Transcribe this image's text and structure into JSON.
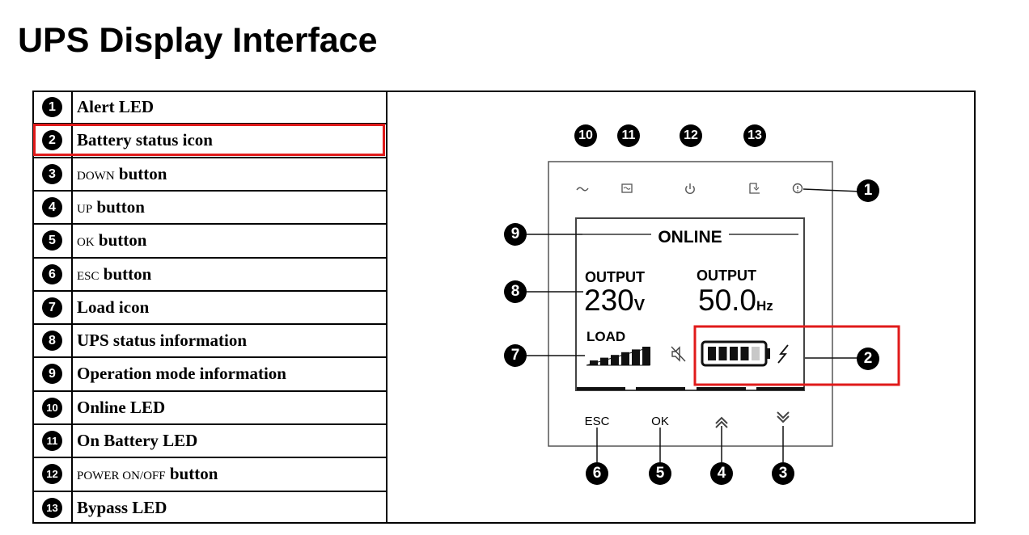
{
  "page": {
    "title": "UPS Display Interface"
  },
  "legend": [
    {
      "num": "1",
      "prefix": "",
      "text": "Alert LED"
    },
    {
      "num": "2",
      "prefix": "",
      "text": "Battery status icon"
    },
    {
      "num": "3",
      "prefix": "DOWN",
      "text": "button"
    },
    {
      "num": "4",
      "prefix": "UP",
      "text": "button"
    },
    {
      "num": "5",
      "prefix": "OK",
      "text": "button"
    },
    {
      "num": "6",
      "prefix": "ESC",
      "text": "button"
    },
    {
      "num": "7",
      "prefix": "",
      "text": "Load icon"
    },
    {
      "num": "8",
      "prefix": "",
      "text": "UPS status information"
    },
    {
      "num": "9",
      "prefix": "",
      "text": "Operation mode information"
    },
    {
      "num": "10",
      "prefix": "",
      "text": "Online LED"
    },
    {
      "num": "11",
      "prefix": "",
      "text": "On Battery LED"
    },
    {
      "num": "12",
      "prefix": "POWER ON/OFF",
      "text": "button"
    },
    {
      "num": "13",
      "prefix": "",
      "text": "Bypass LED"
    }
  ],
  "display": {
    "mode": "ONLINE",
    "voltage_label": "OUTPUT",
    "voltage_value": "230",
    "voltage_unit": "V",
    "freq_label": "OUTPUT",
    "freq_value": "50.0",
    "freq_unit": "Hz",
    "load_label": "LOAD",
    "load_bars": 6,
    "battery_segments_filled": 4,
    "battery_segments_total": 5
  },
  "buttons": {
    "esc": "ESC",
    "ok": "OK"
  },
  "icons": {
    "online_led": "tilde-wave-icon",
    "battery_led": "battery-wave-icon",
    "power_button": "power-icon",
    "bypass_led": "bypass-icon",
    "alert_led": "alert-icon",
    "mute": "speaker-muted-icon",
    "charge": "lightning-icon",
    "up": "chevron-up-icon",
    "down": "chevron-down-icon"
  },
  "callouts": {
    "alert": "1",
    "battery": "2",
    "down": "3",
    "up": "4",
    "ok": "5",
    "esc": "6",
    "load": "7",
    "status": "8",
    "mode": "9",
    "online": "10",
    "onbattery": "11",
    "power": "12",
    "bypass": "13"
  },
  "colors": {
    "highlight": "#e01a1a",
    "inactive_segment": "#c8c8c8"
  }
}
